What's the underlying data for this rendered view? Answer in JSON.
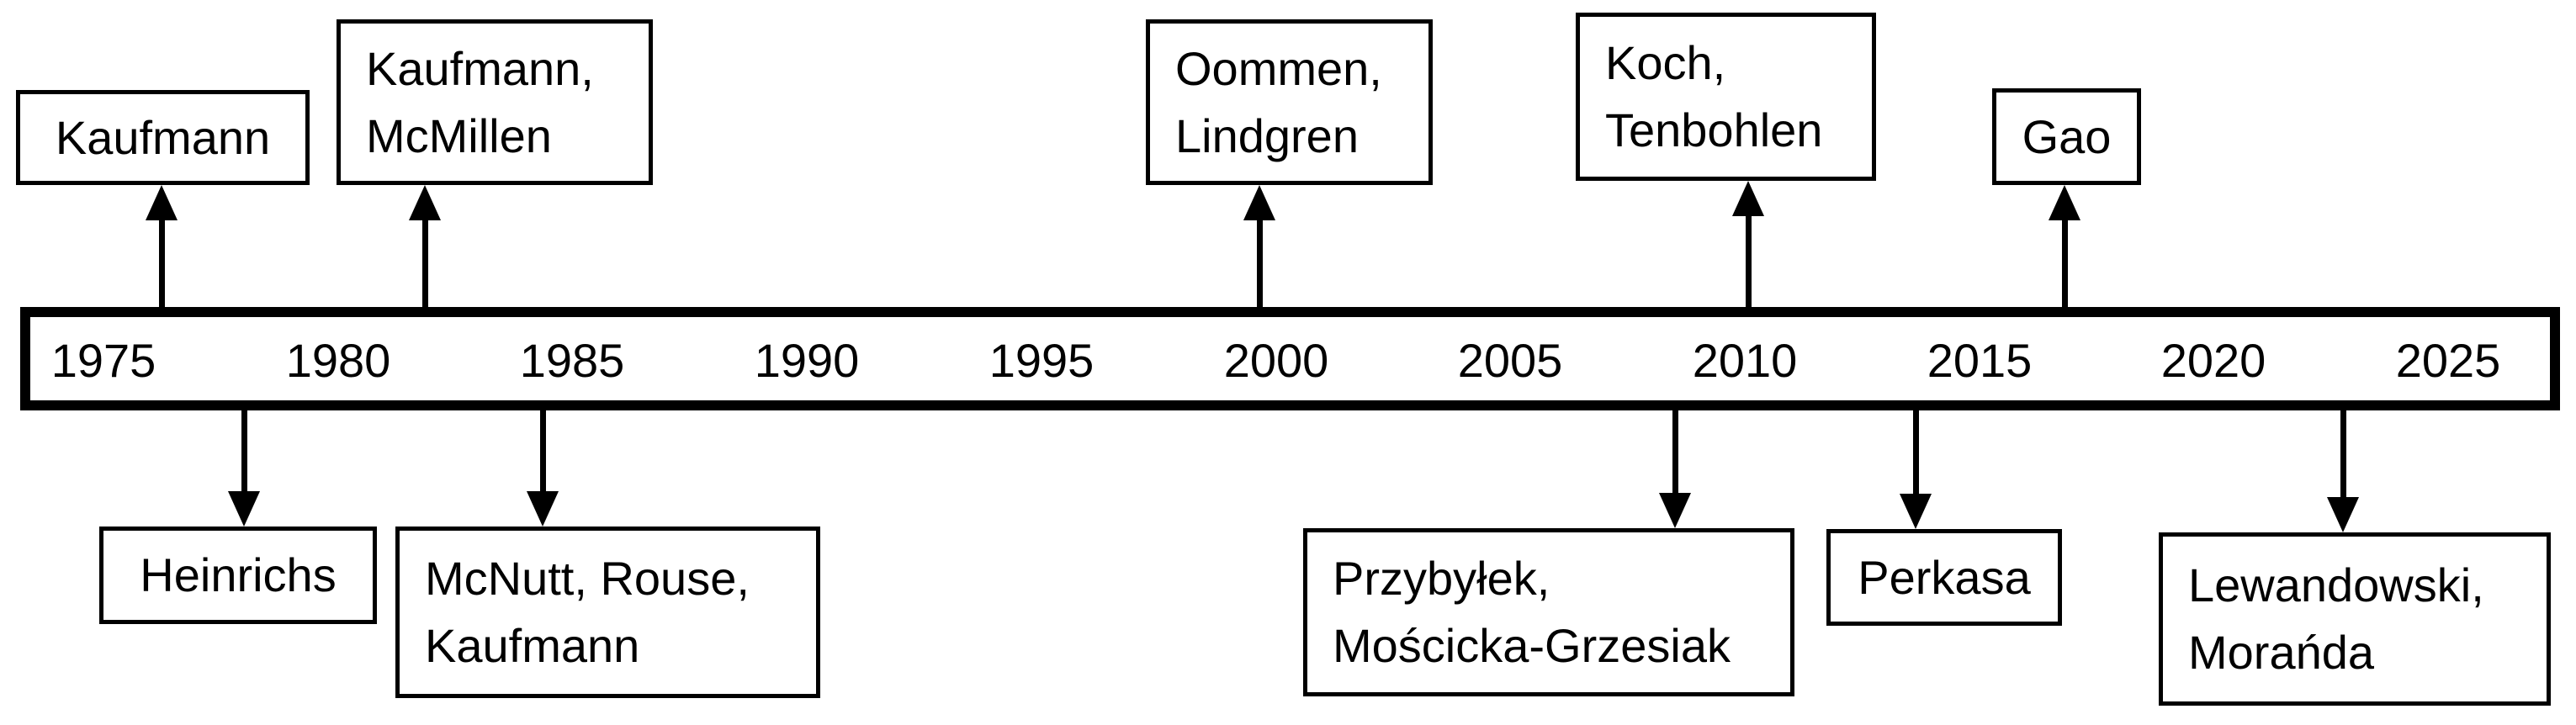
{
  "diagram_type": "timeline",
  "colors": {
    "line": "#000000",
    "background": "#ffffff",
    "text": "#000000"
  },
  "timeline": {
    "years": [
      "1975",
      "1980",
      "1985",
      "1990",
      "1995",
      "2000",
      "2005",
      "2010",
      "2015",
      "2020",
      "2025"
    ]
  },
  "events": [
    {
      "line1": "Kaufmann",
      "line2": "",
      "side": "above",
      "points_to_year": 1976
    },
    {
      "line1": "Kaufmann,",
      "line2": "McMillen",
      "side": "above",
      "points_to_year": 1982
    },
    {
      "line1": "Oommen,",
      "line2": "Lindgren",
      "side": "above",
      "points_to_year": 2000
    },
    {
      "line1": "Koch,",
      "line2": "Tenbohlen",
      "side": "above",
      "points_to_year": 2010
    },
    {
      "line1": "Gao",
      "line2": "",
      "side": "above",
      "points_to_year": 2017
    },
    {
      "line1": "Heinrichs",
      "line2": "",
      "side": "below",
      "points_to_year": 1978
    },
    {
      "line1": "McNutt, Rouse,",
      "line2": "Kaufmann",
      "side": "below",
      "points_to_year": 1984
    },
    {
      "line1": "Przybyłek,",
      "line2": "Mościcka-Grzesiak",
      "side": "below",
      "points_to_year": 2008
    },
    {
      "line1": "Perkasa",
      "line2": "",
      "side": "below",
      "points_to_year": 2014
    },
    {
      "line1": "Lewandowski,",
      "line2": "Morańda",
      "side": "below",
      "points_to_year": 2023
    }
  ]
}
